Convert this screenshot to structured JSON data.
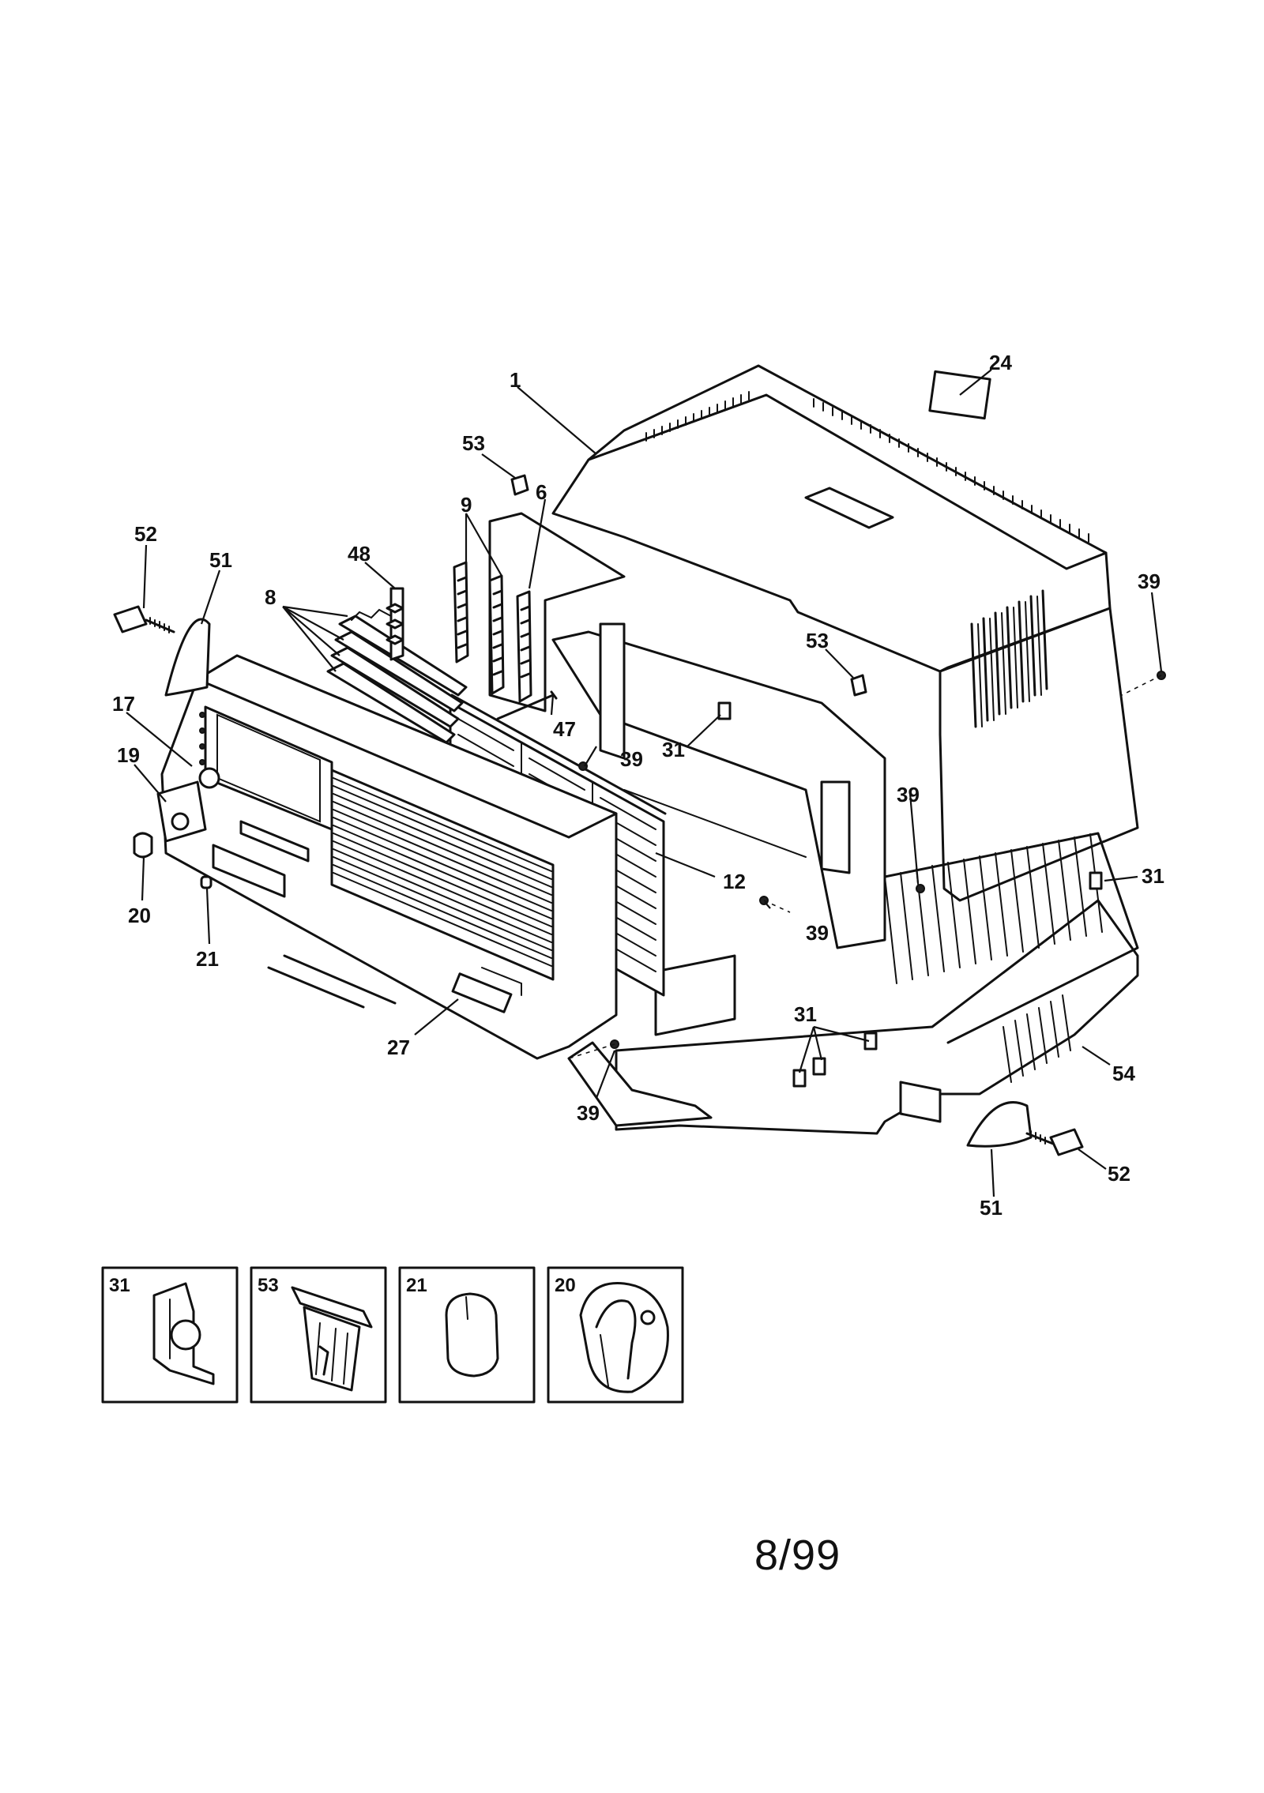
{
  "callouts": {
    "c1": "1",
    "c24": "24",
    "c53_top": "53",
    "c6": "6",
    "c9": "9",
    "c52_left": "52",
    "c51_left": "51",
    "c48": "48",
    "c8": "8",
    "c39_right": "39",
    "c53_mid": "53",
    "c17": "17",
    "c31_mid": "31",
    "c47": "47",
    "c19": "19",
    "c39_a": "39",
    "c39_b": "39",
    "c20": "20",
    "c12": "12",
    "c31_right": "31",
    "c21": "21",
    "c39_c": "39",
    "c31_bottom": "31",
    "c27": "27",
    "c54": "54",
    "c39_d": "39",
    "c52_right": "52",
    "c51_right": "51"
  },
  "detail_boxes": [
    {
      "label": "31"
    },
    {
      "label": "53"
    },
    {
      "label": "21"
    },
    {
      "label": "20"
    }
  ],
  "date": "8/99"
}
